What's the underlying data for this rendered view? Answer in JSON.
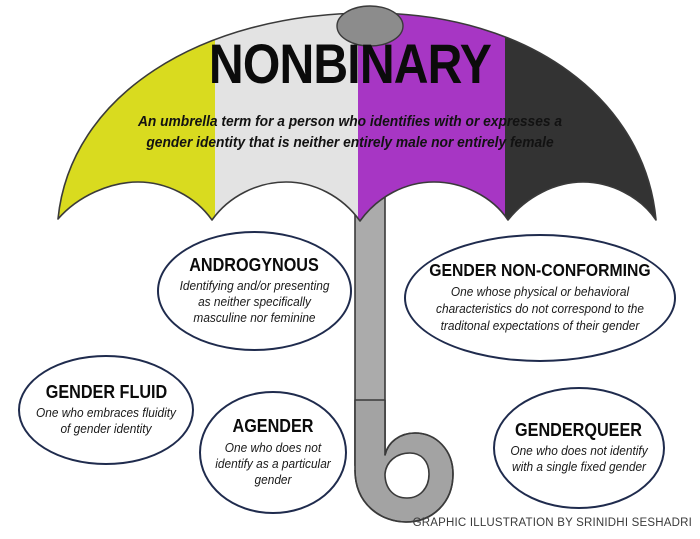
{
  "graphic": {
    "title": "NONBINARY",
    "subtitle": "An umbrella term for a person who identifies with or expresses a gender identity that is neither entirely male nor entirely female",
    "credit": "GRAPHIC ILLUSTRATION BY SRINIDHI SESHADRI"
  },
  "umbrella": {
    "panels": [
      {
        "name": "yellow-panel",
        "color": "#D9DB1F"
      },
      {
        "name": "white-panel",
        "color": "#E3E3E3"
      },
      {
        "name": "purple-panel",
        "color": "#A736C4"
      },
      {
        "name": "black-panel",
        "color": "#333333"
      }
    ],
    "handle_color": "#A3A3A3",
    "shaft_color": "#ABABAB",
    "finial_color": "#8C8C8C",
    "outline_color": "#3A3A3A"
  },
  "bubbles": [
    {
      "id": "androgynous",
      "term": "ANDROGYNOUS",
      "definition": "Identifying and/or presenting as neither specifically masculine nor feminine"
    },
    {
      "id": "gender-non-conforming",
      "term": "GENDER NON-CONFORMING",
      "definition": "One whose physical or behavioral characteristics do not correspond to the traditonal expectations of their gender"
    },
    {
      "id": "gender-fluid",
      "term": "GENDER FLUID",
      "definition": "One who embraces fluidity of gender identity"
    },
    {
      "id": "agender",
      "term": "AGENDER",
      "definition": "One who does not identify as a particular gender"
    },
    {
      "id": "genderqueer",
      "term": "GENDERQUEER",
      "definition": "One who does not identify with a single fixed gender"
    }
  ],
  "style": {
    "bubble_border_color": "#1F2B4D",
    "background_color": "#FFFFFF",
    "text_color": "#0B0B0B"
  }
}
